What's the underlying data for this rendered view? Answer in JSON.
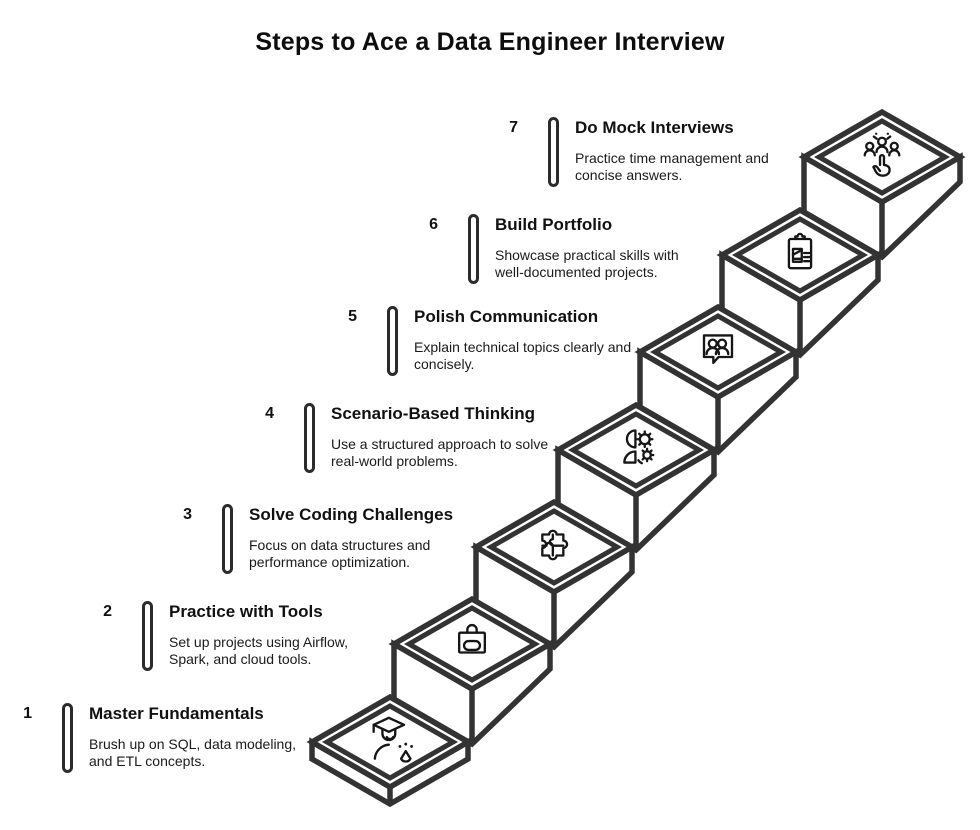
{
  "title": "Steps to Ace a Data Engineer Interview",
  "colors": {
    "line": "#333333",
    "icon": "#161616",
    "text": "#111111",
    "accent_bar": "#2b2b2b",
    "background": "#ffffff"
  },
  "steps": [
    {
      "number": "1",
      "title": "Master Fundamentals",
      "description": "Brush up on SQL, data modeling,\nand ETL concepts.",
      "icon": "graduate-icon"
    },
    {
      "number": "2",
      "title": "Practice with Tools",
      "description": "Set up projects using Airflow,\nSpark, and cloud tools.",
      "icon": "toolbox-wrench-icon"
    },
    {
      "number": "3",
      "title": "Solve Coding Challenges",
      "description": "Focus on data structures and\nperformance optimization.",
      "icon": "puzzle-icon"
    },
    {
      "number": "4",
      "title": "Scenario-Based Thinking",
      "description": "Use a structured approach to solve\nreal-world problems.",
      "icon": "person-gears-icon"
    },
    {
      "number": "5",
      "title": "Polish Communication",
      "description": "Explain technical topics clearly and\nconcisely.",
      "icon": "speech-people-icon"
    },
    {
      "number": "6",
      "title": "Build Portfolio",
      "description": "Showcase practical skills with\nwell-documented projects.",
      "icon": "clipboard-chart-icon"
    },
    {
      "number": "7",
      "title": "Do Mock Interviews",
      "description": "Practice time management and\nconcise answers.",
      "icon": "team-select-icon"
    }
  ]
}
